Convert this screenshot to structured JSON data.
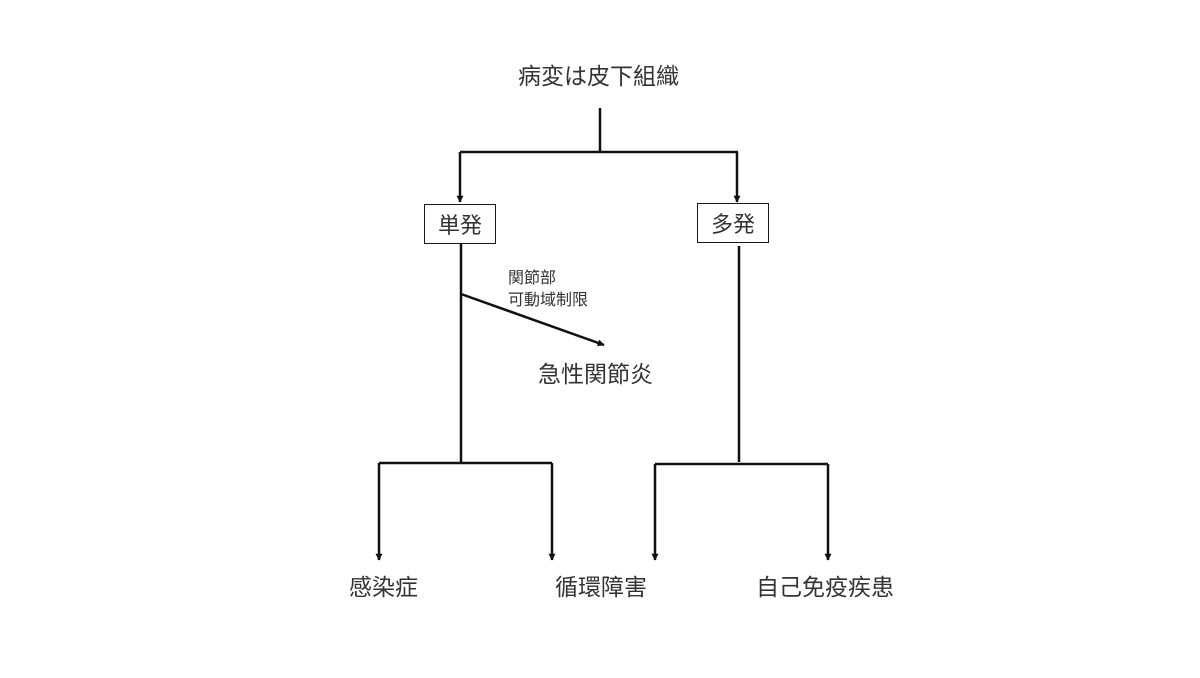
{
  "root": "病変は皮下組織",
  "branches": {
    "single": "単発",
    "multiple": "多発"
  },
  "side_note": {
    "line1": "関節部",
    "line2": "可動域制限",
    "result": "急性関節炎"
  },
  "leaves": {
    "infection": "感染症",
    "circulation": "循環障害",
    "autoimmune": "自己免疫疾患"
  },
  "colors": {
    "line": "#111111",
    "text": "#333333"
  }
}
